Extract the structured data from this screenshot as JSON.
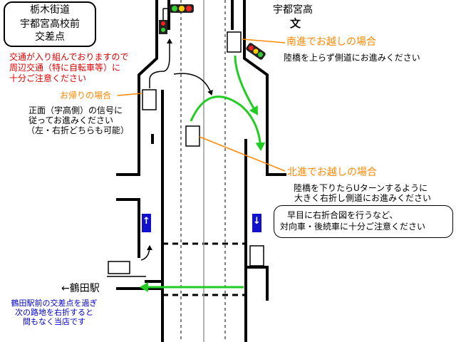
{
  "title": {
    "line1": "栃木街道",
    "line2": "宇都宮高校前",
    "line3": "交差点"
  },
  "warning": {
    "line1": "交通が入り組んでおりますので",
    "line2": "周辺交通（特に自転車等）に",
    "line3": "十分ご注意ください"
  },
  "school": {
    "name": "宇都宮高",
    "symbol": "文"
  },
  "southbound": {
    "heading": "南進でお越しの場合",
    "text": "陸橋を上らず側道にお進みください"
  },
  "return": {
    "heading": "お帰りの場合",
    "line1": "正面（宇高側）の信号に",
    "line2": "従ってお進みください",
    "line3": "（左・右折どちらも可能）"
  },
  "northbound": {
    "heading": "北進でお越しの場合",
    "line1": "陸橋を下りたらUターンするように",
    "line2": "大きく右折し側道にお進みください"
  },
  "notice": {
    "line1": "早目に右折合図を行うなど、",
    "line2": "対向車・後続車に十分ご注意ください"
  },
  "station": {
    "label": "←鶴田駅",
    "line1": "鶴田駅前の交差点を過ぎ",
    "line2": "次の路地を右折すると",
    "line3": "間もなく当店です"
  },
  "lane_arrows": {
    "up": "↑",
    "down": "↓"
  },
  "colors": {
    "route_green": "#22cc22",
    "annotation_orange": "#ff8800",
    "warning_red": "#dd0000",
    "station_blue": "#0000cc",
    "signal_panel_blue": "#1111cc",
    "road_line": "#000000"
  }
}
